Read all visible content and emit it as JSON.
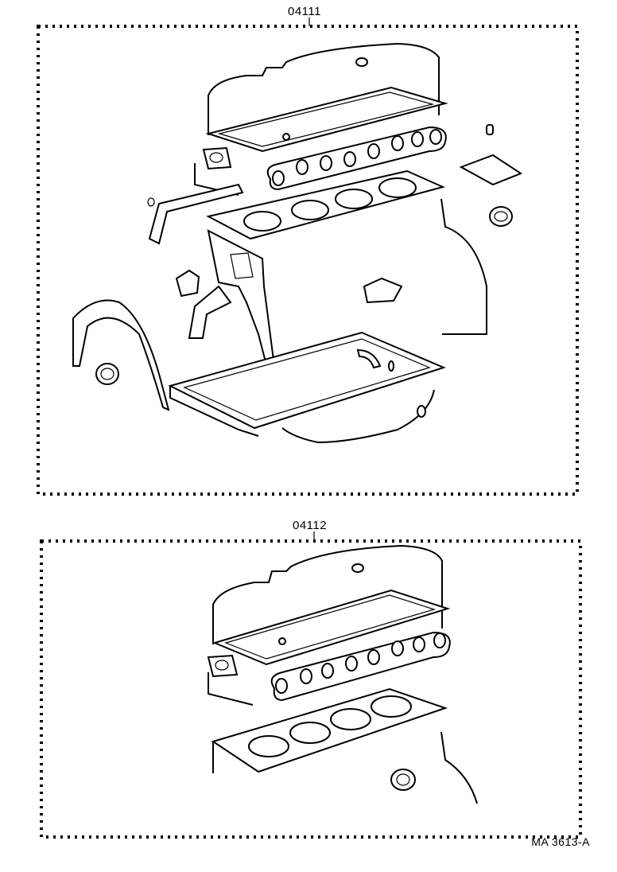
{
  "sections": [
    {
      "part_number": "04111"
    },
    {
      "part_number": "04112"
    }
  ],
  "figure_code": "MA 3613-A",
  "icons": [
    "engine-block",
    "head-gasket",
    "valve-cover-gasket",
    "manifold-gasket",
    "oil-pan-gasket",
    "timing-cover-gasket",
    "oil-seal"
  ]
}
